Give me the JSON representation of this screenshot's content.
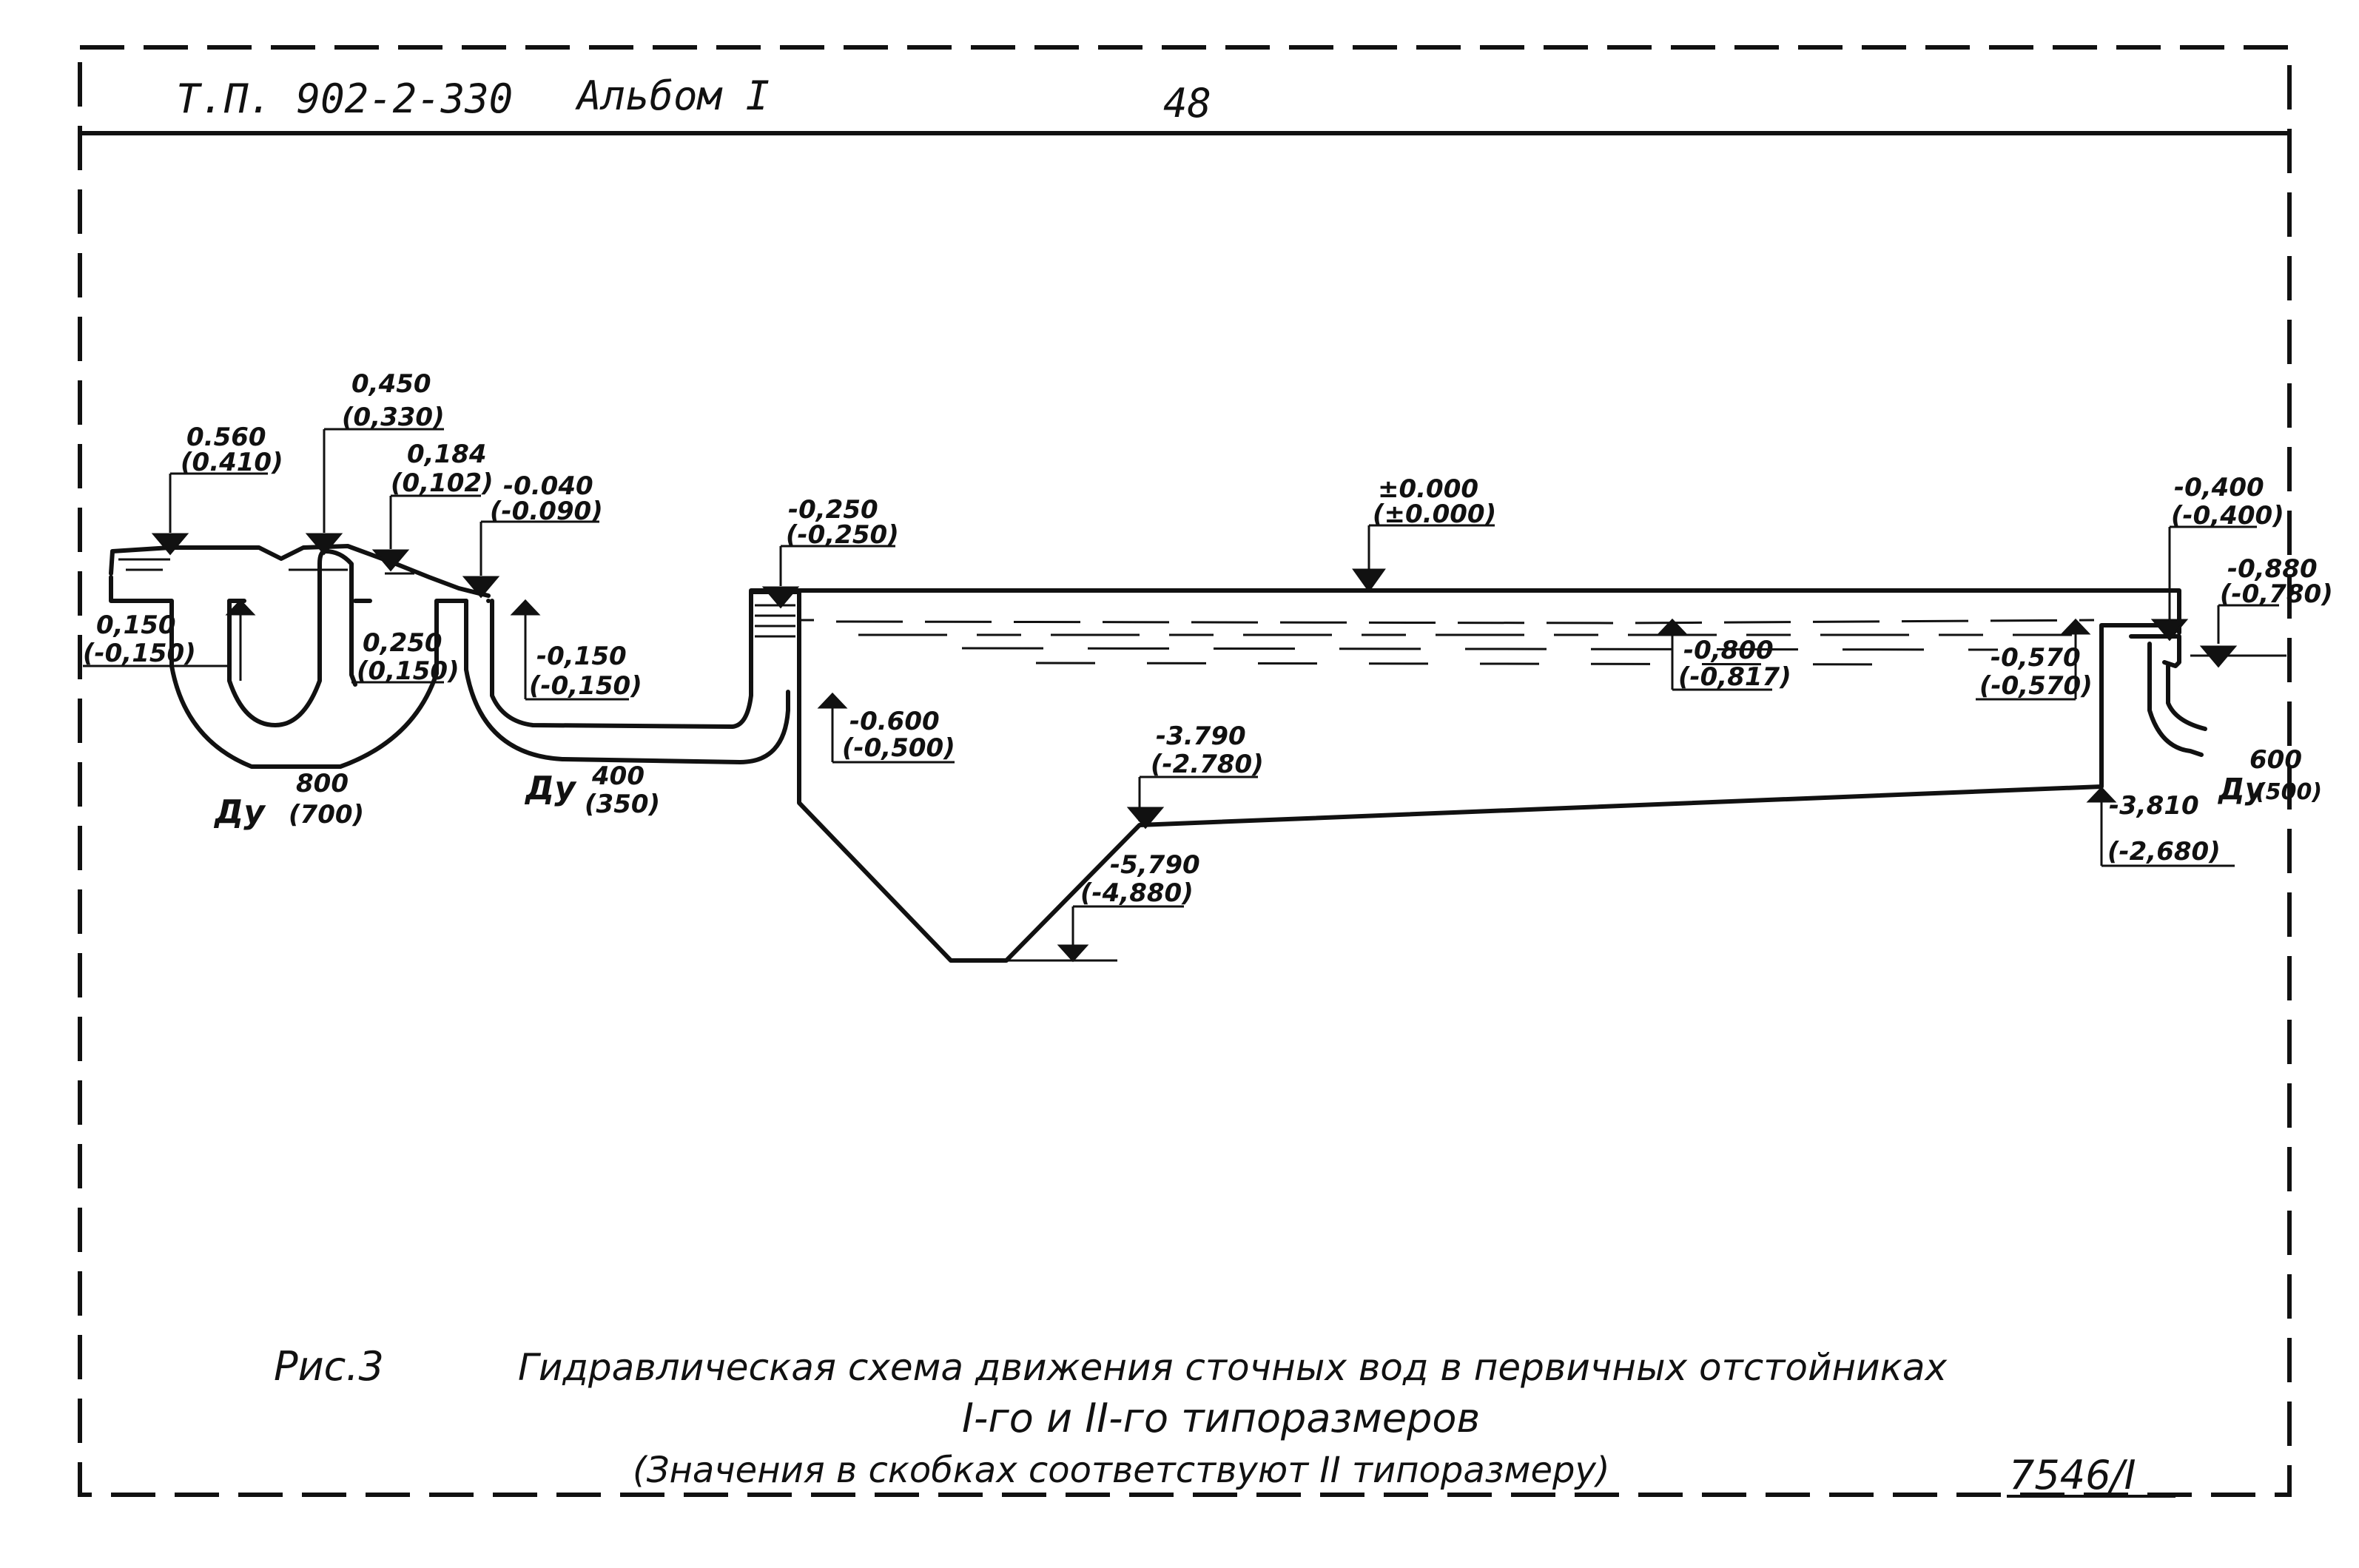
{
  "header": {
    "code": "Т.П. 902-2-330",
    "album": "Альбом I",
    "page_number": "48"
  },
  "labels": {
    "l1": [
      "0.560",
      "(0.410)"
    ],
    "l2": [
      "0,450",
      "(0,330)"
    ],
    "l3": [
      "0,184",
      "(0,102)"
    ],
    "l4": [
      "-0.040",
      "(-0.090)"
    ],
    "l5": [
      "0,150",
      "(-0,150)"
    ],
    "l6": [
      "0,250",
      "(0,150)"
    ],
    "l7": [
      "-0,150",
      "(-0,150)"
    ],
    "l8": [
      "-0,250",
      "(-0,250)"
    ],
    "l9": [
      "-0.600",
      "(-0,500)"
    ],
    "l10": [
      "±0.000",
      "(±0.000)"
    ],
    "l11": [
      "-3.790",
      "(-2.780)"
    ],
    "l12": [
      "-5,790",
      "(-4,880)"
    ],
    "l13": [
      "-0,800",
      "(-0,817)"
    ],
    "l14": [
      "-0,570",
      "(-0,570)"
    ],
    "l15": [
      "-3,810",
      "(-2,680)"
    ],
    "l16": [
      "-0,400",
      "(-0,400)"
    ],
    "l17": [
      "-0,880",
      "(-0,780)"
    ]
  },
  "pipes": {
    "p1": {
      "prefix": "Ду",
      "size": "800",
      "alt": "(700)"
    },
    "p2": {
      "prefix": "Ду",
      "size": "400",
      "alt": "(350)"
    },
    "p3": {
      "prefix": "Ду",
      "size": "600",
      "alt": "(500)"
    }
  },
  "caption": {
    "fig": "Рис.3",
    "line1": "Гидравлическая схема движения сточных вод в первичных отстойниках",
    "line2": "I-го и II-го типоразмеров",
    "line3": "(Значения в скобках соответствуют II типоразмеру)",
    "sheet_id": "7546/I"
  }
}
